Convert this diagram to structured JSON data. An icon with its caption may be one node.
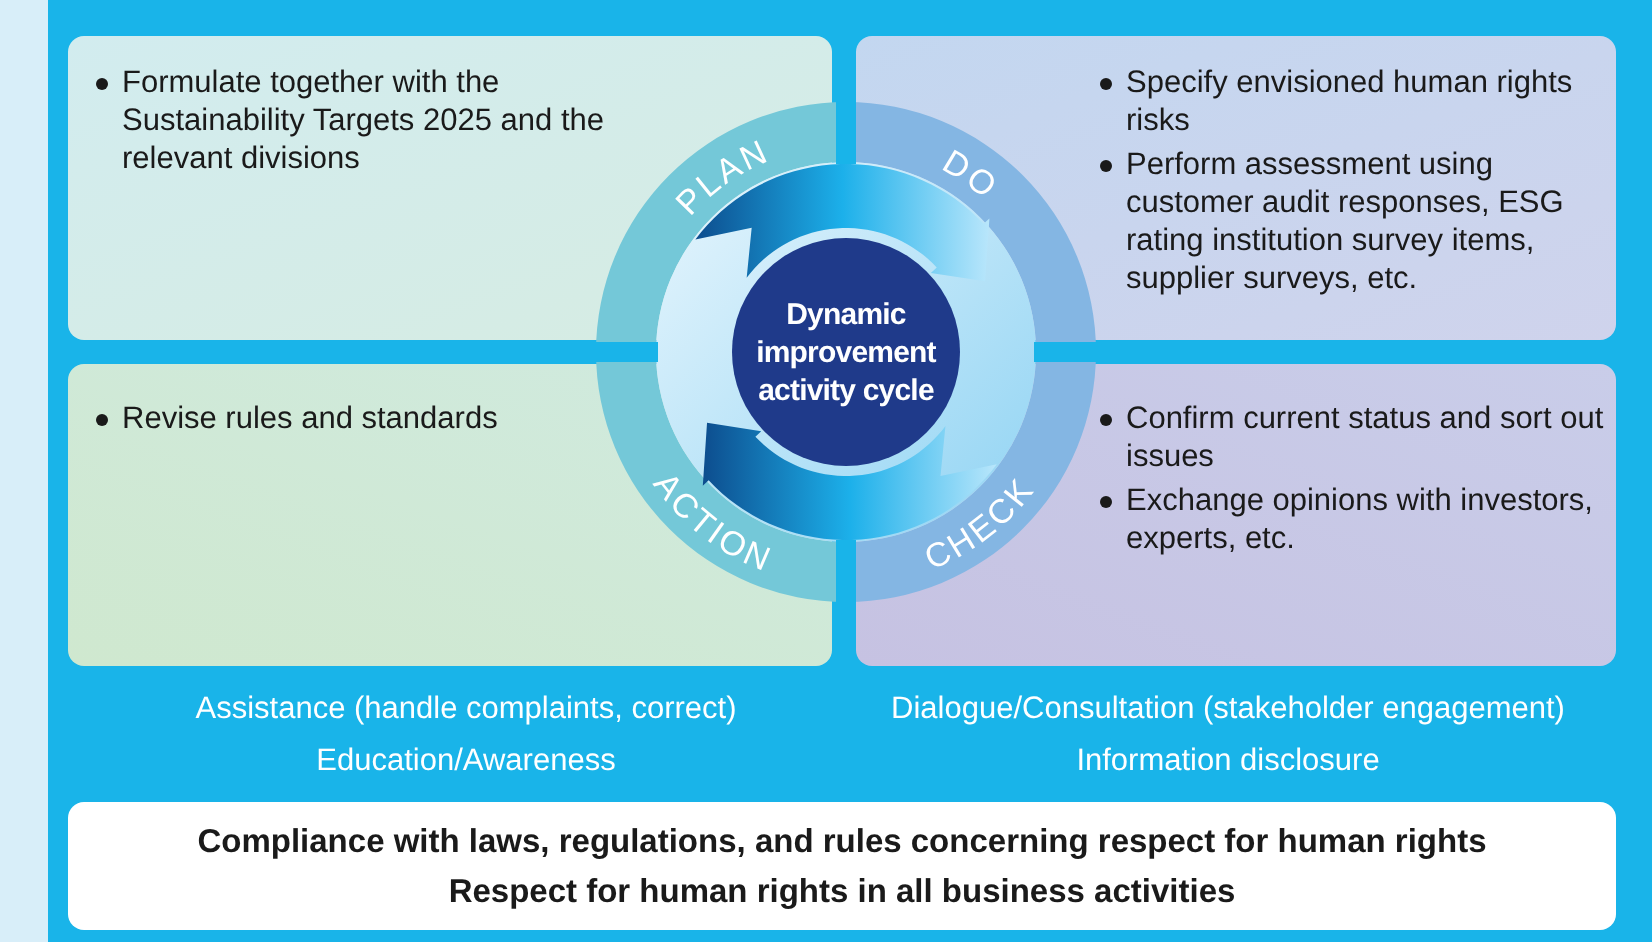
{
  "diagram": {
    "nodes": [
      {
        "text": [
          "Formulate together with the Sustainability Targets 2025 and the relevant divisions"
        ]
      },
      {
        "text": [
          "Specify envisioned human rights risks",
          "Perform assessment using customer audit responses, ESG rating institution survey items, supplier surveys, etc."
        ]
      },
      {
        "text": [
          "Revise rules and standards"
        ]
      },
      {
        "text": [
          "Confirm current status and sort out issues",
          "Exchange opinions with investors, experts, etc."
        ]
      },
      {
        "text": [
          "Dynamic improvement activity cycle"
        ]
      },
      {
        "text": [
          "Compliance with laws, regulations, and rules concerning respect for human rights",
          "Respect for human rights in all business activities"
        ]
      }
    ],
    "labels": [
      "PLAN",
      "DO",
      "ACTION",
      "CHECK",
      "Assistance (handle complaints, correct)",
      "Dialogue/Consultation (stakeholder engagement)",
      "Education/Awareness",
      "Information disclosure"
    ]
  }
}
